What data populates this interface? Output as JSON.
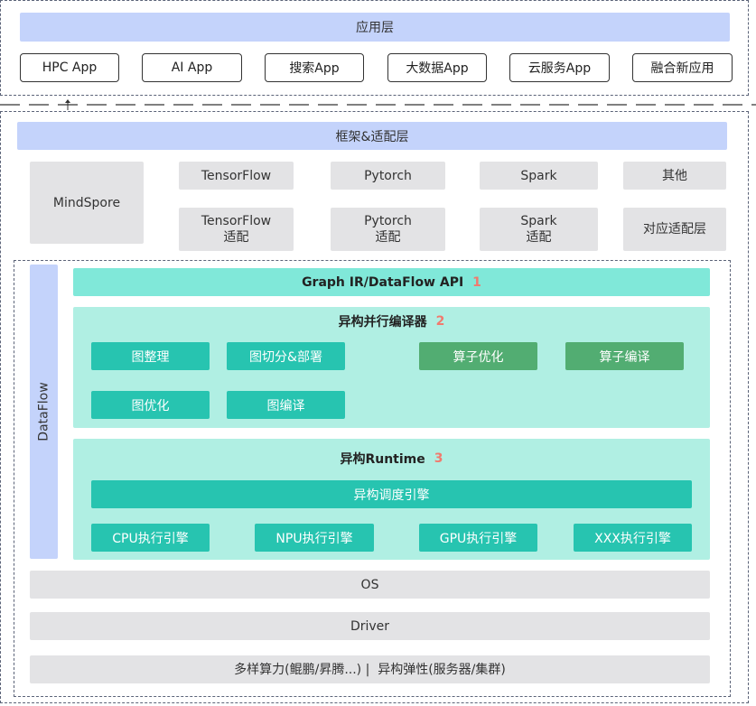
{
  "app_layer": {
    "title": "应用层",
    "apps": [
      "HPC App",
      "AI App",
      "搜索App",
      "大数据App",
      "云服务App",
      "融合新应用"
    ]
  },
  "framework_layer": {
    "title": "框架&适配层",
    "mindspore": "MindSpore",
    "frameworks": [
      "TensorFlow",
      "Pytorch",
      "Spark",
      "其他"
    ],
    "adapters": [
      {
        "line1": "TensorFlow",
        "line2": "适配"
      },
      {
        "line1": "Pytorch",
        "line2": "适配"
      },
      {
        "line1": "Spark",
        "line2": "适配"
      },
      {
        "line1": "对应适配层",
        "line2": ""
      }
    ]
  },
  "dataflow": {
    "label": "DataFlow",
    "api": {
      "title": "Graph IR/DataFlow API",
      "num": "1"
    },
    "compiler": {
      "title": "异构并行编译器",
      "num": "2",
      "boxes": [
        "图整理",
        "图切分&部署",
        "算子优化",
        "算子编译",
        "图优化",
        "图编译"
      ]
    },
    "runtime": {
      "title": "异构Runtime",
      "num": "3",
      "scheduler": "异构调度引擎",
      "engines": [
        "CPU执行引擎",
        "NPU执行引擎",
        "GPU执行引擎",
        "XXX执行引擎"
      ]
    }
  },
  "os": "OS",
  "driver": "Driver",
  "hardware": "多样算力(鲲鹏/昇腾...) |  异构弹性(服务器/集群)",
  "colors": {
    "layer_header": "#c4d3fb",
    "gray_block": "#e3e3e5",
    "api_strip": "#80e8d9",
    "teal_section": "#b0efe3",
    "teal_box": "#27c4b0",
    "green_box": "#52ad72",
    "number_marker": "#f17a6e"
  }
}
